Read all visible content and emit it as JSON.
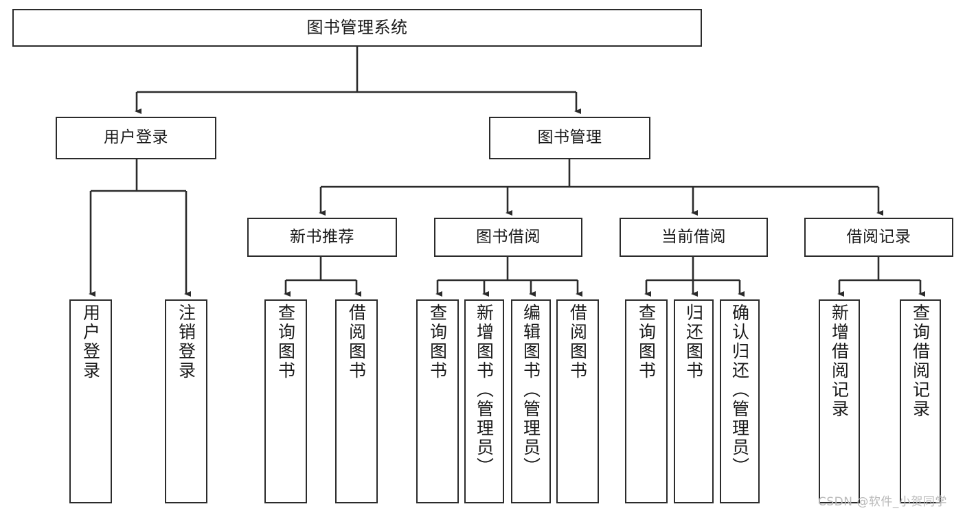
{
  "diagram": {
    "title": "图书管理系统",
    "type": "hierarchy-tree",
    "watermark": "CSDN @软件_小贺同学",
    "colors": {
      "box_border": "#2b2b2b",
      "box_fill": "#ffffff",
      "connector": "#2b2b2b",
      "text": "#1a1a1a",
      "watermark": "#b9b9b9"
    },
    "nodes": {
      "root": {
        "label": "图书管理系统",
        "level": 1,
        "orientation": "horizontal"
      },
      "l2": [
        {
          "label": "用户登录",
          "level": 2,
          "orientation": "horizontal"
        },
        {
          "label": "图书管理",
          "level": 2,
          "orientation": "horizontal"
        }
      ],
      "l3": [
        {
          "label": "新书推荐",
          "level": 3,
          "orientation": "horizontal"
        },
        {
          "label": "图书借阅",
          "level": 3,
          "orientation": "horizontal"
        },
        {
          "label": "当前借阅",
          "level": 3,
          "orientation": "horizontal"
        },
        {
          "label": "借阅记录",
          "level": 3,
          "orientation": "horizontal"
        }
      ],
      "leaves": [
        {
          "label": "用户登录",
          "parent": "用户登录",
          "orientation": "vertical"
        },
        {
          "label": "注销登录",
          "parent": "用户登录",
          "orientation": "vertical"
        },
        {
          "label": "查询图书",
          "parent": "新书推荐",
          "orientation": "vertical"
        },
        {
          "label": "借阅图书",
          "parent": "新书推荐",
          "orientation": "vertical"
        },
        {
          "label": "查询图书",
          "parent": "图书借阅",
          "orientation": "vertical"
        },
        {
          "label": "新增图书（管理员）",
          "parent": "图书借阅",
          "orientation": "vertical"
        },
        {
          "label": "编辑图书（管理员）",
          "parent": "图书借阅",
          "orientation": "vertical"
        },
        {
          "label": "借阅图书",
          "parent": "图书借阅",
          "orientation": "vertical"
        },
        {
          "label": "查询图书",
          "parent": "当前借阅",
          "orientation": "vertical"
        },
        {
          "label": "归还图书",
          "parent": "当前借阅",
          "orientation": "vertical"
        },
        {
          "label": "确认归还（管理员）",
          "parent": "当前借阅",
          "orientation": "vertical"
        },
        {
          "label": "新增借阅记录",
          "parent": "借阅记录",
          "orientation": "vertical"
        },
        {
          "label": "查询借阅记录",
          "parent": "借阅记录",
          "orientation": "vertical"
        }
      ]
    }
  }
}
